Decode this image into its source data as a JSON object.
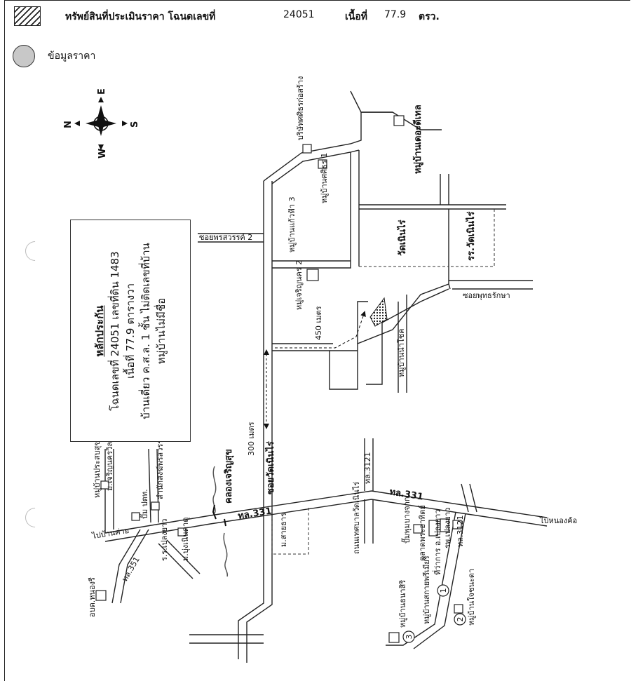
{
  "header": {
    "title": "ทรัพย์สินที่ประเมินราคา โฉนดเลขที่",
    "deed_no": "24051",
    "area_label": "เนื้อที่",
    "area_value": "77.9",
    "area_unit": "ตรว."
  },
  "legend": {
    "price_info": "ข้อมูลราคา"
  },
  "compass": {
    "north": "N",
    "east": "E",
    "south": "S",
    "west": "W"
  },
  "info_box": {
    "line1": "หลักประกัน",
    "line2": "โฉนดเลขที่ 24051 เลขที่ดิน 1483",
    "line3": "เนื้อที่ 77.9 ตารางวา",
    "line4": "บ้านเดี่ยว ค.ส.ล. 1 ชั้น ไม่ติดเลขที่บ้าน",
    "line5": "หมู่บ้านไม่มีชื่อ"
  },
  "map_labels": {
    "company": "บริษัทศศิธรก่อสร้าง",
    "village_sasithorn": "หมู่บ้านศศิธร 1",
    "village_kaewfa": "หมู่บ้านแก้วฟ้า 3",
    "village_charoenkha": "หมู่เจริญนคร 2",
    "village_nomchok": "หมู่บ้านนำโชค",
    "village_dekadel": "หมู่บ้านเดอะดีเทล",
    "wat_noennai": "วัดเนินไร่",
    "school_noennai": "รร.วัดเนินไร่",
    "soi_phonsawan": "ซอยพรสวรรค์ 2",
    "soi_phutthaksa": "ซอยพุทธรักษา",
    "soi_watnoenrai": "ซอยวัดเนินไร่",
    "dist_450": "450 เมตร",
    "dist_300": "300 เมตร",
    "road_331_a": "ทล.331",
    "road_331_b": "ทล.331",
    "road_3121": "ทล.3121",
    "road_3511": "ทล.351",
    "khlong": "คลองเจริญสุข",
    "to_nongkho": "ไปหนองค้อ",
    "to_bottom_left": "ไปบ้านค่าย",
    "m_saitip": "ม.สายธาร",
    "pump_ptt": "ปั๊ม ปตท.",
    "sam_nak": "สำนักสงฆ์พรสวรรค์",
    "m_chareonkrit": "ม.เจริญนครวิลล่า",
    "khlong_mueang": "หมู่บ้านประสบสุขพรเจริญศักดิ์",
    "school_bottom": "ร.ร.เปลงยาว",
    "tessaban": "อบต.หนองรี",
    "mooban_kaew": "ม.บุ่งเนินดาตุ",
    "pump_bangchak": "ปั๊มพุมบางจาก",
    "market": "ตลาดพระอาทิตย์",
    "amphoe": "ที่ว่าการ อ.เปลงยาว",
    "hospital": "รพ.เปลงยาว",
    "mooban_phet": "หมู่บ้านธนาสิริ",
    "mooban_sak": "หมู่บ้านสกายพรีเมียร์",
    "mooban_chai": "หมู่บ้านใจชนะดา",
    "num1": "1",
    "num2": "2",
    "num3": "3",
    "road_north": "ทล.3121",
    "road_ref": "ถนนเทศบาลวัดเนินไร่"
  }
}
